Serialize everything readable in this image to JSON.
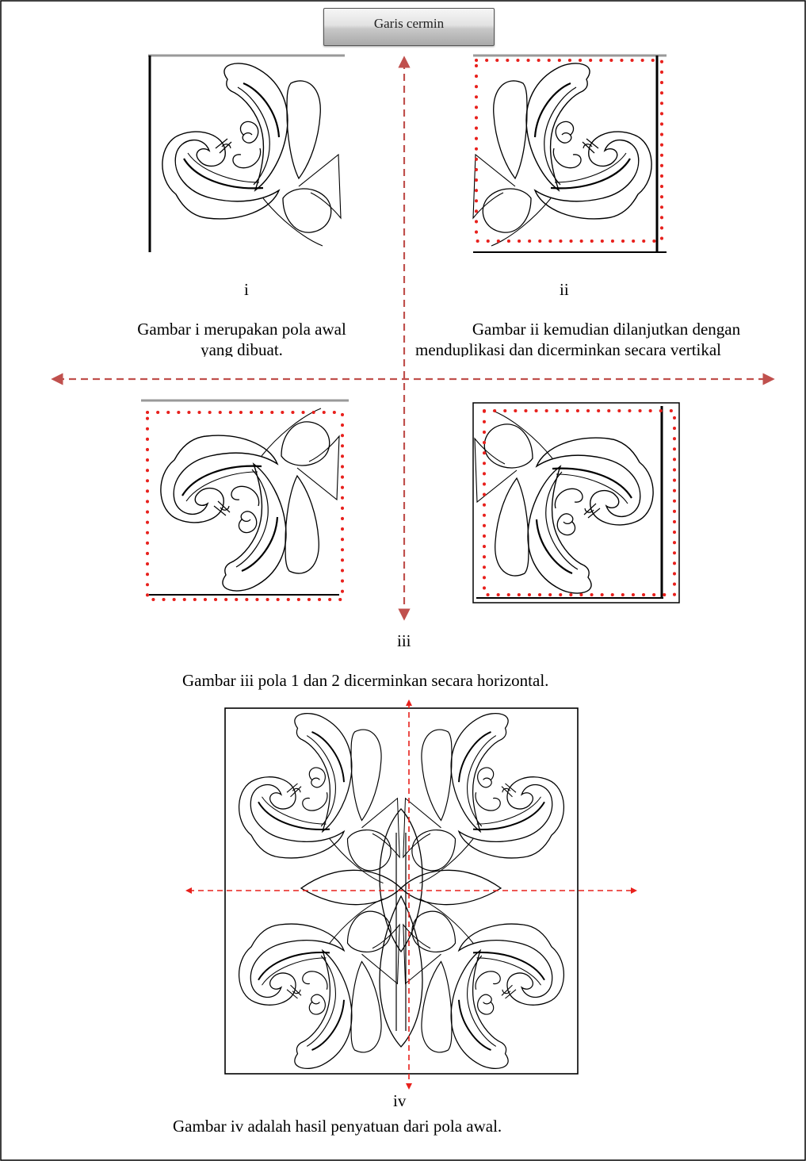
{
  "button": {
    "label": "Garis cermin"
  },
  "figures": {
    "i": {
      "label": "i",
      "caption_line1": "Gambar i merupakan pola awal",
      "caption_line2": "yang dibuat."
    },
    "ii": {
      "label": "ii",
      "caption_line1": "Gambar ii kemudian dilanjutkan dengan",
      "caption_line2": "menduplikasi dan dicerminkan secara vertikal"
    },
    "iii": {
      "label": "iii",
      "caption": "Gambar iii pola 1 dan 2 dicerminkan secara horizontal."
    },
    "iv": {
      "label": "iv",
      "caption": "Gambar  iv adalah hasil penyatuan dari pola awal."
    }
  },
  "colors": {
    "mirror_line": "#c0504d",
    "selection_dots": "#e8201c",
    "outline": "#000000"
  }
}
